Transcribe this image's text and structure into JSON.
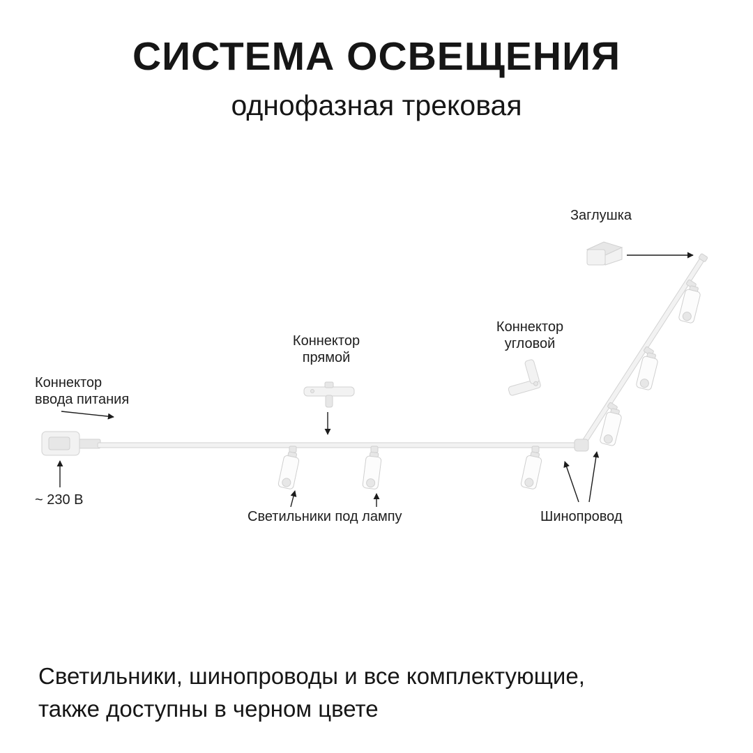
{
  "colors": {
    "background": "#ffffff",
    "text": "#1c1c1c",
    "fixture_fill": "#f2f2f2",
    "fixture_stroke": "#d2d2d2",
    "arrow": "#1c1c1c"
  },
  "header": {
    "title": "СИСТЕМА ОСВЕЩЕНИЯ",
    "subtitle": "однофазная трековая"
  },
  "diagram": {
    "labels": {
      "endcap": "Заглушка",
      "corner_connector_line1": "Коннектор",
      "corner_connector_line2": "угловой",
      "straight_connector_line1": "Коннектор",
      "straight_connector_line2": "прямой",
      "power_connector_line1": "Коннектор",
      "power_connector_line2": "ввода питания",
      "voltage": "~ 230 В",
      "lamps": "Светильники под лампу",
      "track": "Шинопровод"
    }
  },
  "footer": {
    "line1": "Светильники, шинопроводы и все комплектующие,",
    "line2": "также доступны в черном цвете"
  }
}
